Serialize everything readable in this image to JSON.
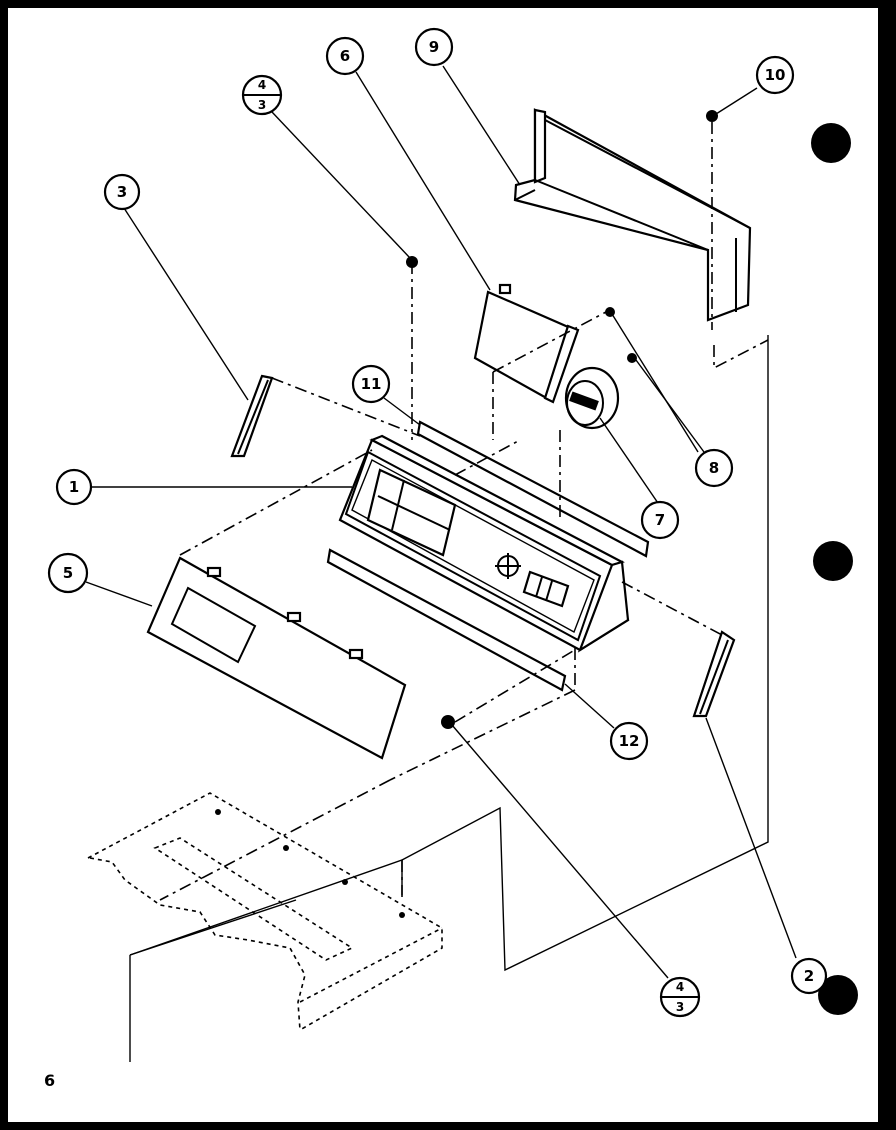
{
  "diagram": {
    "page_number": "6",
    "callouts": {
      "c1": "1",
      "c2": "2",
      "c3": "3",
      "c5": "5",
      "c6": "6",
      "c7": "7",
      "c8": "8",
      "c9": "9",
      "c10": "10",
      "c11": "11",
      "c12": "12",
      "c4a_top": "4",
      "c4a_bottom": "3",
      "c4b_top": "4",
      "c4b_bottom": "3"
    }
  }
}
